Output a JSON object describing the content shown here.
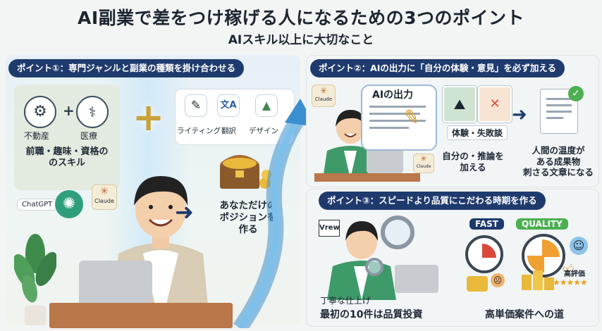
{
  "header": {
    "title": "AI副業で差をつけ稼げる人になるための3つのポイント",
    "subtitle": "AIスキル以上に大切なこと"
  },
  "point1": {
    "heading": "ポイント①：専門ジャンルと副業の種類を掛け合わせる",
    "genres": [
      "不動産",
      "医療"
    ],
    "genre_caption": "前職・趣味・資格の\nのスキル",
    "job_types": [
      "ライティング",
      "翻訳",
      "デザイン"
    ],
    "badges": [
      "ChatGPT",
      "Claude"
    ],
    "result": "あなただけの\nポジションを\n作る"
  },
  "point2": {
    "heading": "ポイント②：AIの出力に「自分の体験・意見」を必ず加える",
    "badge": "Claude",
    "bubble_title": "AIの出力",
    "experience_label": "体験・失敗談",
    "add_label": "自分の・推論を\n加える",
    "result": "人間の温度が\nある成果物\n刺さる文章になる"
  },
  "point3": {
    "heading": "ポイント③：スピードより品質にこだわる時期を作る",
    "app_badge": "Vrew",
    "fast_label": "FAST",
    "quality_label": "QUALITY",
    "rating_label": "高評価",
    "care_label": "丁寧な仕上げ",
    "caption_left": "最初の10件は品質投資",
    "caption_right": "高単価案件への道"
  },
  "colors": {
    "navy": "#1f3b6e",
    "accent_blue": "#3b8fd0",
    "fast_red": "#d9483b",
    "quality_green": "#4caf50"
  }
}
